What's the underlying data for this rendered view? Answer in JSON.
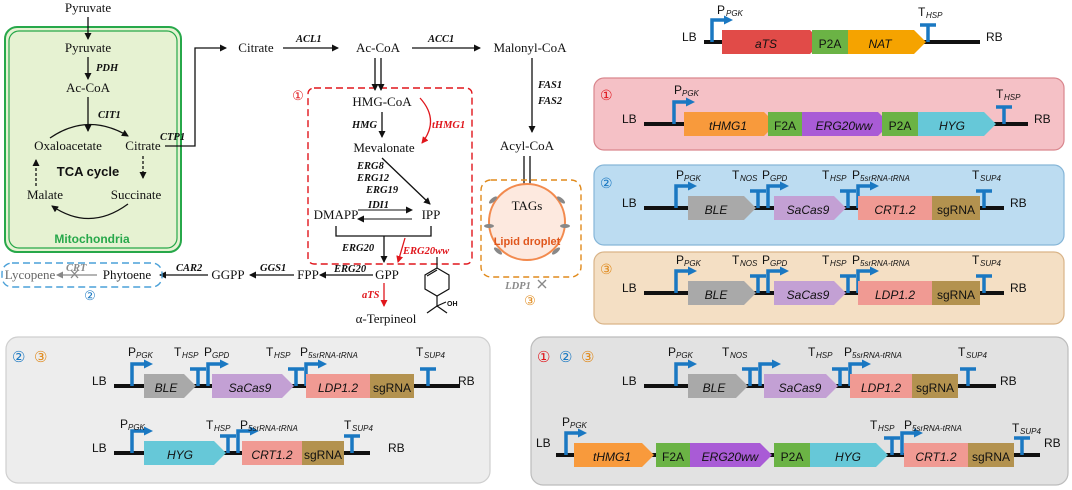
{
  "pathway": {
    "pyruvate": "Pyruvate",
    "pdh": "PDH",
    "acoa": "Ac-CoA",
    "cit1": "CIT1",
    "oxaloacetate": "Oxaloacetate",
    "citrate": "Citrate",
    "tca": "TCA cycle",
    "malate": "Malate",
    "succinate": "Succinate",
    "mitochondria": "Mitochondria",
    "ctp1": "CTP1",
    "acl1": "ACL1",
    "acc1": "ACC1",
    "malonyl": "Malonyl-CoA",
    "fas1": "FAS1",
    "fas2": "FAS2",
    "acyl": "Acyl-CoA",
    "tags": "TAGs",
    "lipid_droplet": "Lipid droplet",
    "ldp1": "LDP1",
    "hmgcoa": "HMG-CoA",
    "hmg": "HMG",
    "thmg1": "tHMG1",
    "mevalonate": "Mevalonate",
    "erg8": "ERG8",
    "erg12": "ERG12",
    "erg19": "ERG19",
    "idi1": "IDI1",
    "dmapp": "DMAPP",
    "ipp": "IPP",
    "erg20": "ERG20",
    "erg20ww": "ERG20ww",
    "gpp": "GPP",
    "fpp": "FPP",
    "ggs1": "GGS1",
    "ggpp": "GGPP",
    "car2": "CAR2",
    "phytoene": "Phytoene",
    "crt": "CRT",
    "lycopene": "Lycopene",
    "ats": "aTS",
    "terpineol": "α-Terpineol",
    "oh": "OH"
  },
  "modules": {
    "one": "①",
    "two": "②",
    "three": "③"
  },
  "constructs": {
    "lb": "LB",
    "rb": "RB",
    "p": "P",
    "t": "T",
    "pgk": "PGK",
    "hsp": "HSP",
    "gpd": "GPD",
    "nos": "NOS",
    "sup4": "SUP4",
    "p5s": "5srRNA-tRNA",
    "ats": "aTS",
    "p2a": "P2A",
    "f2a": "F2A",
    "nat": "NAT",
    "thmg1": "tHMG1",
    "erg20ww": "ERG20ww",
    "hyg": "HYG",
    "ble": "BLE",
    "sacas9": "SaCas9",
    "crt12": "CRT1.2",
    "ldp12": "LDP1.2",
    "sgrna": "sgRNA"
  },
  "colors": {
    "module1": "#e0161c",
    "module2": "#1a78c2",
    "module3": "#e08a1c",
    "mitochondria": "#27a84a"
  }
}
